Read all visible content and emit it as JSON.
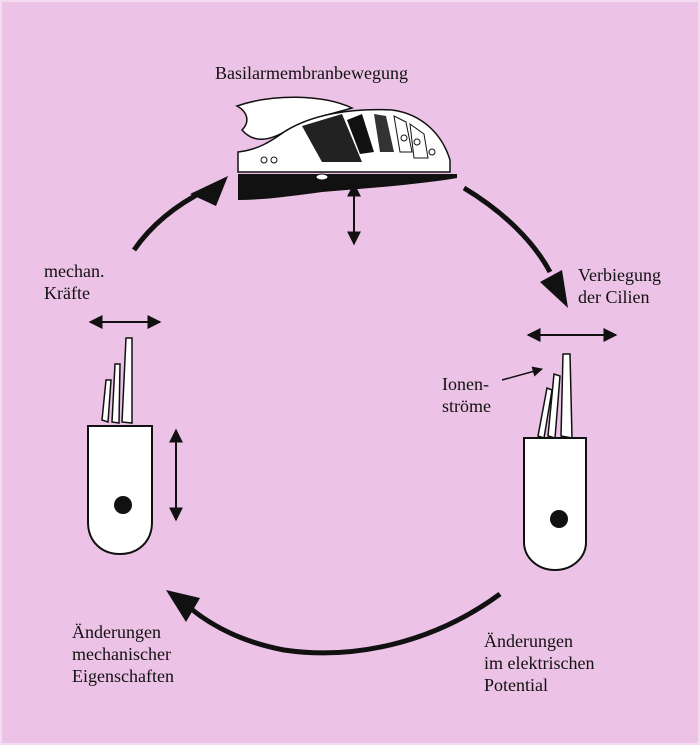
{
  "diagram": {
    "background_color": "#ecc2e6",
    "labels": {
      "top": "Basilarmembranbewegung",
      "left": "mechan.\nKräfte",
      "right": "Verbiegung\nder Cilien",
      "ion": "Ionen-\nströme",
      "bottom_left": "Änderungen\nmechanischer\nEigenschaften",
      "bottom_right": "Änderungen\nim elektrischen\nPotential"
    }
  }
}
